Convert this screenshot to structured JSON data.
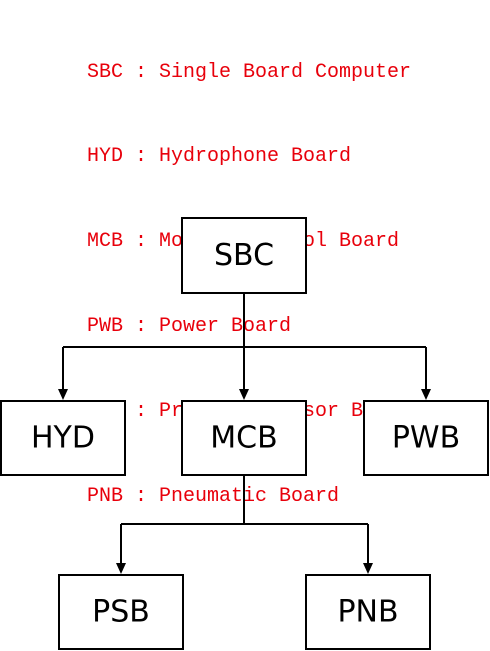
{
  "colors": {
    "legend_text": "#e8000b",
    "node_border": "#000000",
    "node_text": "#000000",
    "background": "#ffffff"
  },
  "legend": [
    {
      "text": "SBC : Single Board Computer"
    },
    {
      "text": "HYD : Hydrophone Board"
    },
    {
      "text": "MCB : Motion Control Board"
    },
    {
      "text": "PWB : Power Board"
    },
    {
      "text": "PSB : Pressure Sensor Board"
    },
    {
      "text": "PNB : Pneumatic Board"
    }
  ],
  "nodes": [
    {
      "id": "sbc",
      "label": "SBC"
    },
    {
      "id": "hyd",
      "label": "HYD"
    },
    {
      "id": "mcb",
      "label": "MCB"
    },
    {
      "id": "pwb",
      "label": "PWB"
    },
    {
      "id": "psb",
      "label": "PSB"
    },
    {
      "id": "pnb",
      "label": "PNB"
    }
  ],
  "edges": [
    {
      "from": "sbc",
      "to": "hyd"
    },
    {
      "from": "sbc",
      "to": "mcb"
    },
    {
      "from": "sbc",
      "to": "pwb"
    },
    {
      "from": "mcb",
      "to": "psb"
    },
    {
      "from": "mcb",
      "to": "pnb"
    }
  ]
}
